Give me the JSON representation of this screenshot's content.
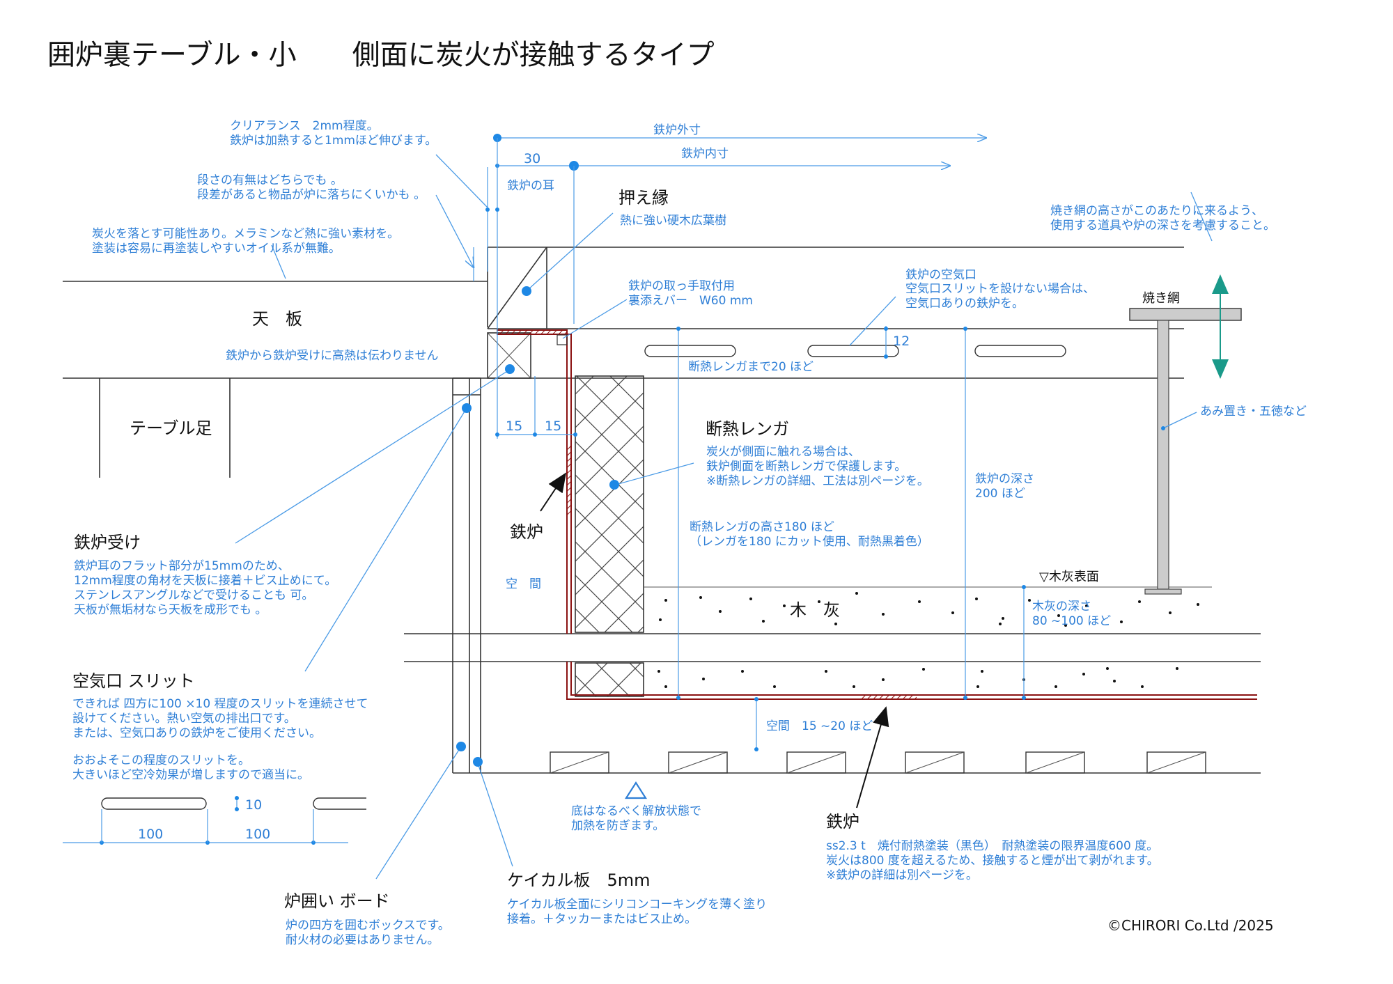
{
  "title": "囲炉裏テーブル・小　　側面に炭火が接触するタイプ",
  "notes": {
    "clearance_1": "クリアランス　2mm程度。",
    "clearance_2": "鉄炉は加熱すると1mmほど伸びます。",
    "step_1": "段さの有無はどちらでも 。",
    "step_2": "段差があると物品が炉に落ちにくいかも 。",
    "finish_1": "炭火を落とす可能性あり。メラミンなど熱に強い素材を。",
    "finish_2": "塗装は容易に再塗装しやすいオイル系が無難。",
    "net_height_1": "焼き網の高さがこのあたりに来るよう、",
    "net_height_2": "使用する道具や炉の深さを考慮すること。",
    "no_heat": "鉄炉から鉄炉受けに高熱は伝わりません",
    "bar_1": "鉄炉の取っ手取付用",
    "bar_2": "裏添えバー　W60 mm",
    "vent_1": "鉄炉の空気口",
    "vent_2": "空気口スリットを設けない場合は、",
    "vent_3": "空気口ありの鉄炉を。"
  },
  "labels": {
    "outer": "鉄炉外寸",
    "inner": "鉄炉内寸",
    "ear": "鉄炉の耳",
    "dim30": "30",
    "dim15a": "15",
    "dim15b": "15",
    "dim12": "12",
    "press_edge": "押え縁",
    "press_edge_sub": "熱に強い硬木広葉樹",
    "tenban": "天　板",
    "table_leg": "テーブル足",
    "amiyaki": "焼き網",
    "ami_stand": "あみ置き・五徳など",
    "to_brick": "断熱レンガまで20 ほど",
    "brick_title": "断熱レンガ",
    "brick_1": "炭火が側面に触れる場合は、",
    "brick_2": "鉄炉側面を断熱レンガで保護します。",
    "brick_3": "※断熱レンガの詳細、工法は別ページを。",
    "depth_1": "鉄炉の深さ",
    "depth_2": "200 ほど",
    "brick_h_1": "断熱レンガの高さ180 ほど",
    "brick_h_2": "（レンガを180 にカット使用、耐熱黒着色）",
    "tetsuro": "鉄炉",
    "kukan": "空　間",
    "ash_surface": "▽木灰表面",
    "ash": "木　灰",
    "ash_d_1": "木灰の深さ",
    "ash_d_2": "80 ~100 ほど",
    "gap": "空間　15 ~20 ほど"
  },
  "left_notes": {
    "receiver_title": "鉄炉受け",
    "receiver_1": "鉄炉耳のフラット部分が15mmのため、",
    "receiver_2": "12mm程度の角材を天板に接着＋ビス止めにて。",
    "receiver_3": "ステンレスアングルなどで受けることも 可。",
    "receiver_4": "天板が無垢材なら天板を成形でも 。",
    "slit_title": "空気口 スリット",
    "slit_1": "できれば 四方に100 ×10 程度のスリットを連続させて",
    "slit_2": "設けてください。熱い空気の排出口です。",
    "slit_3": "または、空気口ありの鉄炉をご使用ください。",
    "slit_4": "おおよそこの程度のスリットを。",
    "slit_5": "大きいほど空冷効果が増しますので適当に。",
    "slit_dim10": "10",
    "slit_dim100a": "100",
    "slit_dim100b": "100"
  },
  "bottom_notes": {
    "open_1": "底はなるべく解放状態で",
    "open_2": "加熱を防ぎます。",
    "board_title": "炉囲い ボード",
    "board_1": "炉の四方を囲むボックスです。",
    "board_2": "耐火材の必要はありません。",
    "keikal_title": "ケイカル板　5mm",
    "keikal_1": "ケイカル板全面にシリコンコーキングを薄く塗り",
    "keikal_2": "接着。＋タッカーまたはビス止め。",
    "iron_title": "鉄炉",
    "iron_1": "ss2.3 t　焼付耐熱塗装（黒色）　耐熱塗装の限界温度600 度。",
    "iron_2": "炭火は800 度を超えるため、接触すると煙が出て剥がれます。",
    "iron_3": "※鉄炉の詳細は別ページを。"
  },
  "copyright": "©CHIRORI Co.Ltd /2025"
}
